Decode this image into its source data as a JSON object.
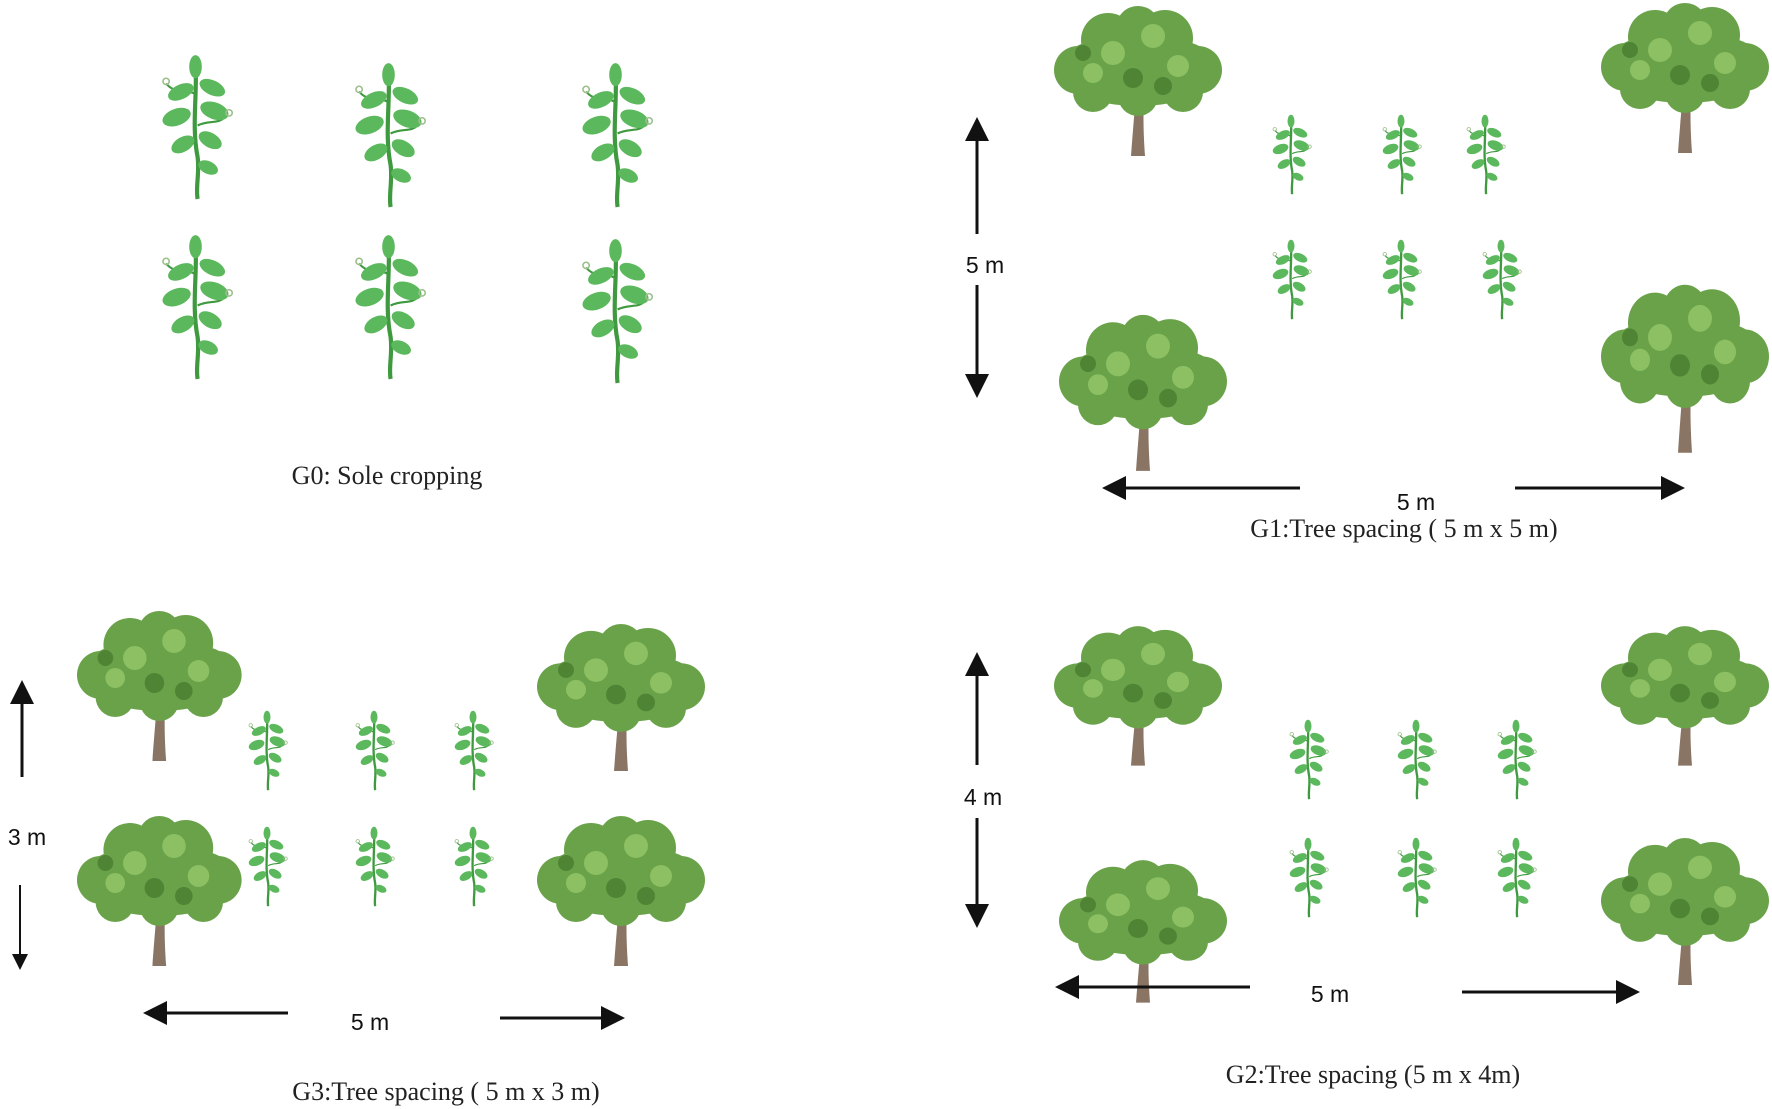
{
  "colors": {
    "tree_canopy": "#6aa24a",
    "tree_canopy_light": "#8cc063",
    "tree_canopy_dark": "#4f8435",
    "tree_trunk": "#8a7564",
    "plant_leaf": "#5cb85c",
    "plant_stem": "#3f9a3f",
    "arrow": "#111111"
  },
  "icons": {
    "tree": "tree-icon",
    "plant": "pea-plant-icon"
  },
  "panels": {
    "g0": {
      "caption": "G0: Sole cropping"
    },
    "g1": {
      "caption": "G1:Tree spacing ( 5 m x 5 m)",
      "vertical_label": "5 m",
      "horizontal_label": "5 m"
    },
    "g2": {
      "caption": "G2:Tree  spacing (5 m x 4m)",
      "vertical_label": "4 m",
      "horizontal_label": "5 m"
    },
    "g3": {
      "caption": "G3:Tree spacing ( 5 m x 3 m)",
      "vertical_label": "3 m",
      "horizontal_label": "5 m"
    }
  }
}
